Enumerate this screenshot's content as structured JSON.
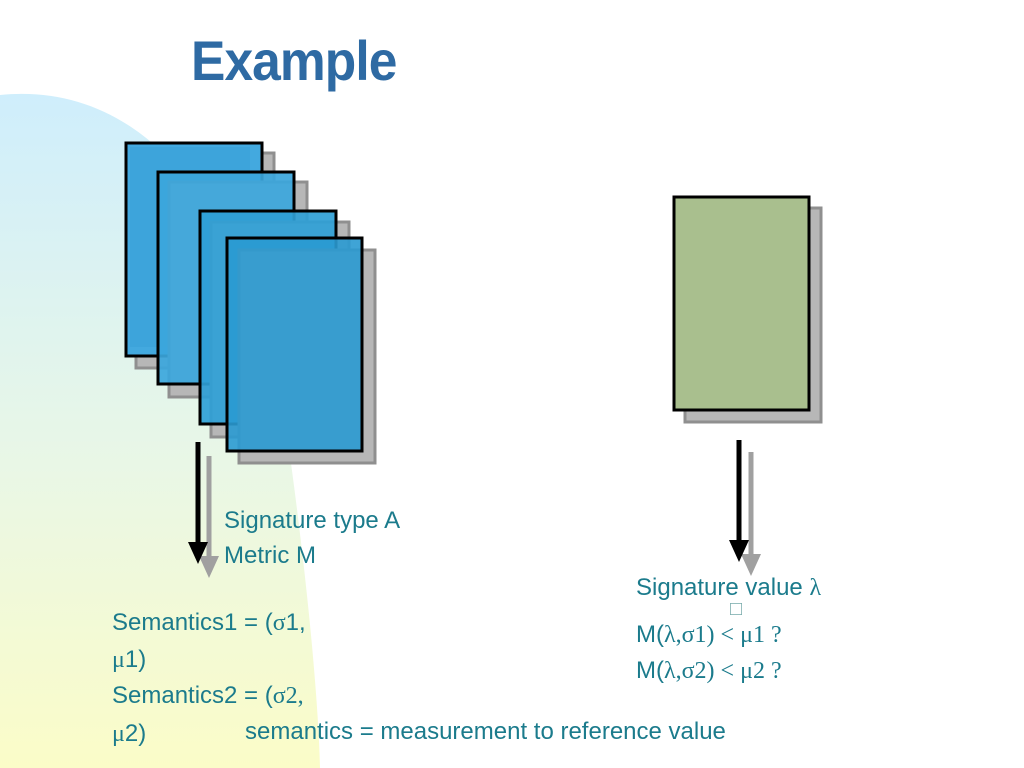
{
  "slide": {
    "title": "Example",
    "left_labels": {
      "line1": "Signature type A",
      "line2": "Metric M"
    },
    "semantics": {
      "s1_a": "Semantics1 = (",
      "s1_sym": "σ",
      "s1_b": "1,",
      "s1_mu": "μ",
      "s1_c": "1)",
      "s2_a": "Semantics2 = (",
      "s2_sym": "σ",
      "s2_b": "2,",
      "s2_mu": "μ",
      "s2_c": "2)"
    },
    "signature_value": {
      "label": "Signature value ",
      "symbol": "λ",
      "box_glyph": "□"
    },
    "metric_lines": {
      "m1_prefix": "M(",
      "m1_rest": "λ,σ1) < μ1 ?",
      "m2_prefix": "M(",
      "m2_rest": "λ,σ2) < μ2 ?"
    },
    "footer": "semantics = measurement to reference value"
  },
  "colors": {
    "title": "#2e6aa3",
    "text": "#1b7b8c",
    "blue_page": "#2a9fd6",
    "green_page": "#a9bf8e",
    "shadow": "#b7b7b7"
  }
}
